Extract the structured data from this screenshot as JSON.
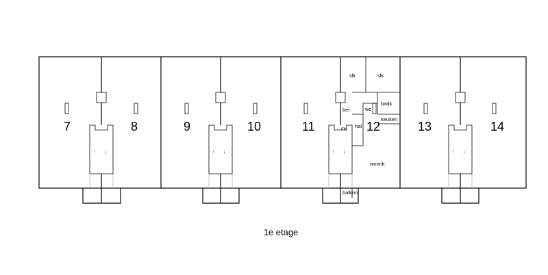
{
  "floor": {
    "caption": "1e etage",
    "units": [
      "7",
      "8",
      "9",
      "10",
      "11",
      "12",
      "13",
      "14"
    ],
    "rooms": {
      "slk_1": "slk",
      "slk_2": "slk",
      "badk": "badk",
      "wc": "wc",
      "ber": "ber",
      "keuken": "keuken",
      "hal": "hal",
      "mk": "mk",
      "woonk": "woonk",
      "balkon": "balkon"
    },
    "arrows": {
      "up": "↑",
      "down": "↓"
    }
  }
}
